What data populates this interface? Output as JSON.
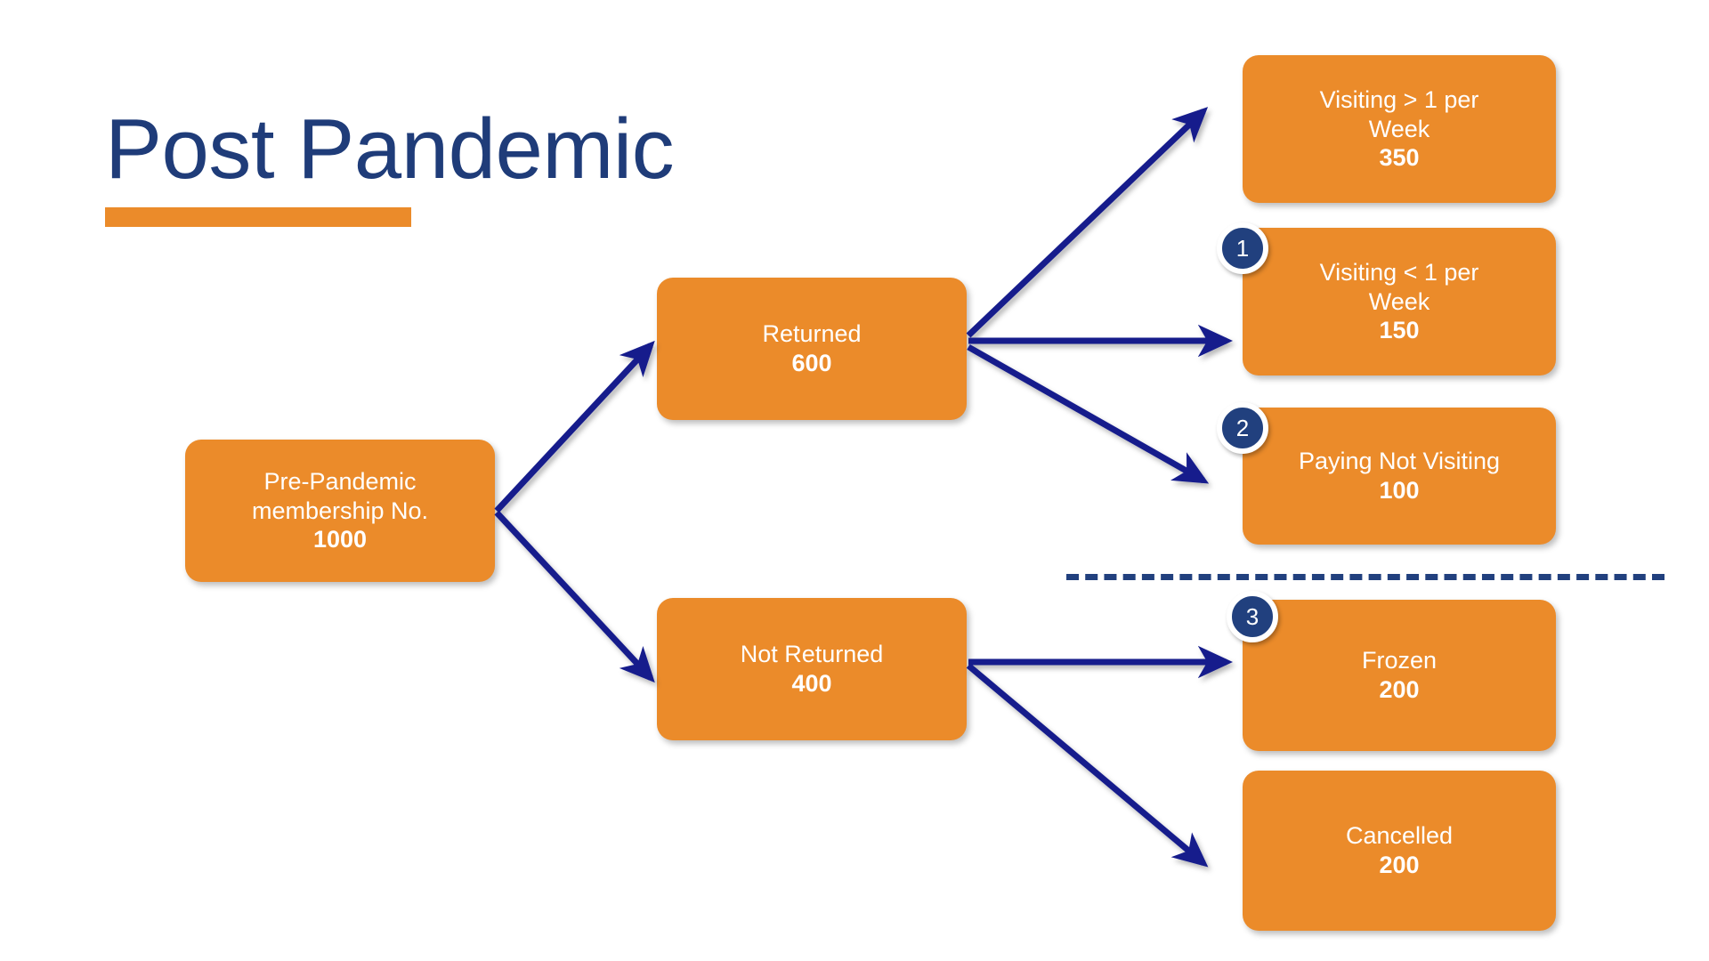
{
  "slide": {
    "title": "Post Pandemic",
    "accent_orange": "#EB8B2A",
    "accent_navy": "#1F3C79",
    "arrow_color": "#141C8C",
    "badge_color": "#21407E",
    "background": "#FFFFFF"
  },
  "diagram": {
    "type": "flow",
    "nodes": [
      {
        "id": "pre",
        "label": "Pre-Pandemic",
        "label2": "membership No.",
        "value": "1000"
      },
      {
        "id": "returned",
        "label": "Returned",
        "value": "600"
      },
      {
        "id": "notret",
        "label": "Not Returned",
        "value": "400"
      },
      {
        "id": "visit_gt",
        "label": "Visiting > 1 per",
        "label2": "Week",
        "value": "350"
      },
      {
        "id": "visit_lt",
        "label": "Visiting < 1 per",
        "label2": "Week",
        "value": "150"
      },
      {
        "id": "paying",
        "label": "Paying Not Visiting",
        "value": "100"
      },
      {
        "id": "frozen",
        "label": "Frozen",
        "value": "200"
      },
      {
        "id": "cancelled",
        "label": "Cancelled",
        "value": "200"
      }
    ],
    "badges": [
      {
        "id": "badge1",
        "text": "1",
        "attached_to": "visit_lt"
      },
      {
        "id": "badge2",
        "text": "2",
        "attached_to": "paying"
      },
      {
        "id": "badge3",
        "text": "3",
        "attached_to": "frozen"
      }
    ],
    "edges": [
      {
        "from": "pre",
        "to": "returned"
      },
      {
        "from": "pre",
        "to": "notret"
      },
      {
        "from": "returned",
        "to": "visit_gt"
      },
      {
        "from": "returned",
        "to": "visit_lt"
      },
      {
        "from": "returned",
        "to": "paying"
      },
      {
        "from": "notret",
        "to": "frozen"
      },
      {
        "from": "notret",
        "to": "cancelled"
      }
    ],
    "divider": {
      "style": "dashed",
      "color": "#21407E"
    }
  }
}
